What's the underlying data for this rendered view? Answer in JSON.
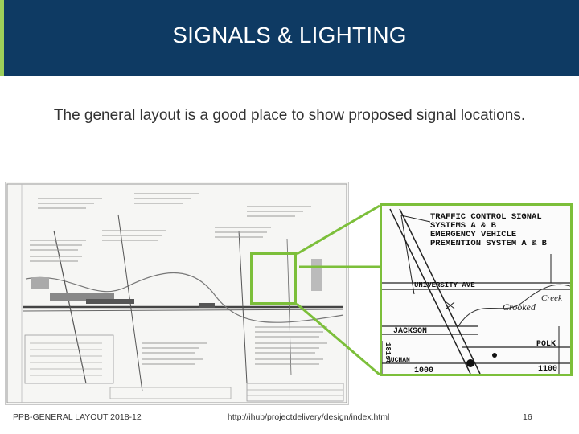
{
  "slide": {
    "title": "SIGNALS & LIGHTING",
    "subtitle": "The general layout is a good place to show proposed signal locations.",
    "accent_color": "#9ccf5a",
    "header_color": "#0e3a63",
    "highlight_color": "#7cbf3a"
  },
  "detail": {
    "heading_lines": [
      "TRAFFIC CONTROL SIGNAL",
      "SYSTEMS A & B",
      "EMERGENCY VEHICLE",
      "PREMENTION SYSTEM A & B"
    ],
    "streets": {
      "university": "UNIVERSITY AVE",
      "crooked": "Crooked",
      "creek": "Creek",
      "jackson": "JACKSON",
      "polk": "POLK",
      "buchanan": "BUCHAN",
      "street_181": "181st",
      "num_1000": "1000",
      "num_1100": "1100"
    }
  },
  "footer": {
    "left": "PPB-GENERAL LAYOUT 2018-12",
    "center": "http://ihub/projectdelivery/design/index.html",
    "page_number": "16"
  }
}
